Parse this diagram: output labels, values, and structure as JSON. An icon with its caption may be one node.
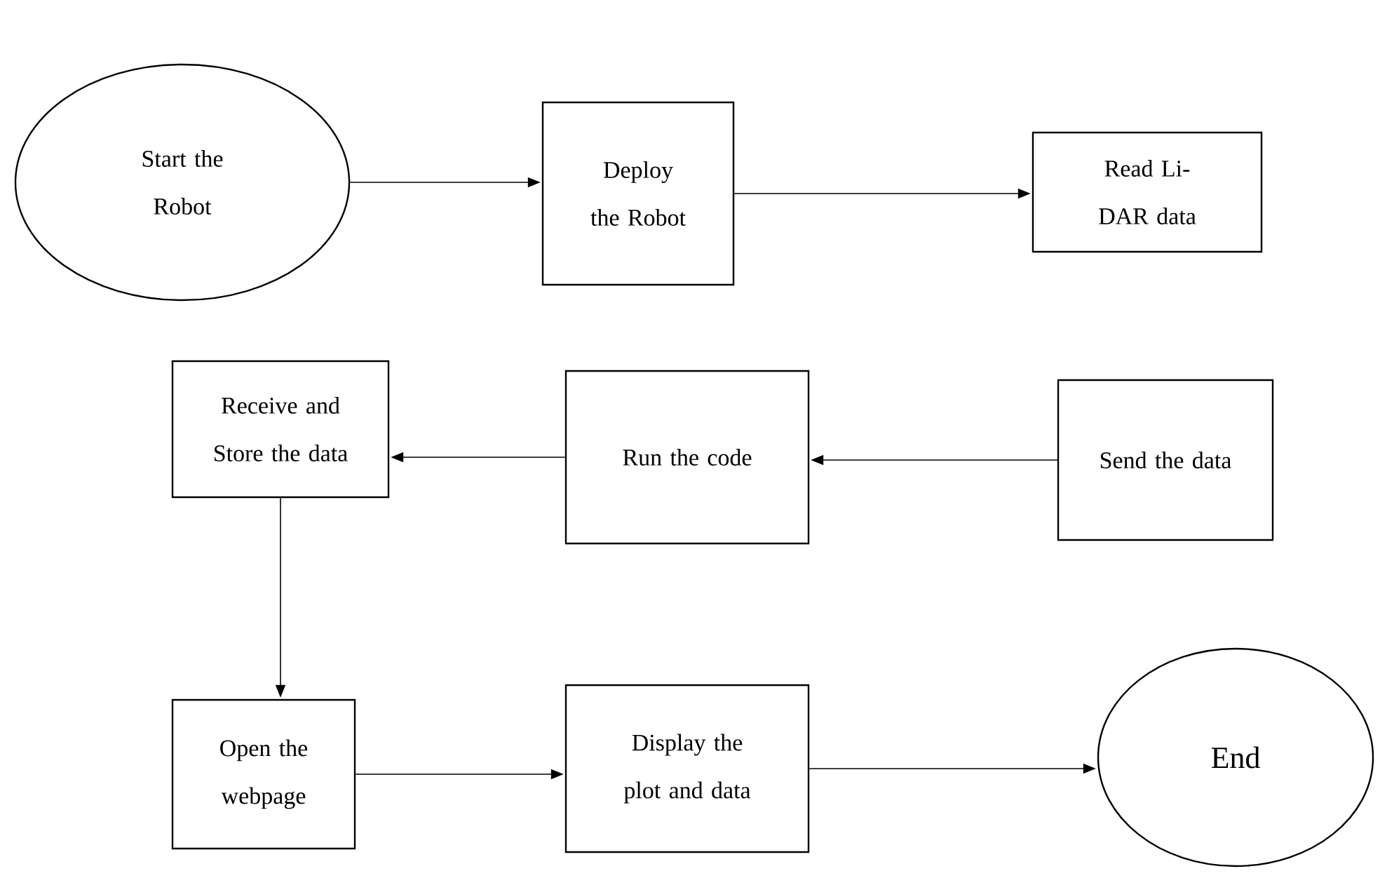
{
  "diagram": {
    "nodes": [
      {
        "text": [
          "Start the Robot"
        ]
      },
      {
        "text": [
          "Deploy the Robot"
        ]
      },
      {
        "text": [
          "Read Li-DAR data"
        ]
      },
      {
        "text": [
          "Receive and Store the data"
        ]
      },
      {
        "text": [
          "Run the code"
        ]
      },
      {
        "text": [
          "Send the data"
        ]
      },
      {
        "text": [
          "Open the webpage"
        ]
      },
      {
        "text": [
          "Display the plot and data"
        ]
      },
      {
        "text": [
          "End"
        ]
      }
    ],
    "edges": [
      {
        "from": 0,
        "to": 1,
        "arrow": "to"
      },
      {
        "from": 1,
        "to": 2,
        "arrow": "to"
      },
      {
        "from": 5,
        "to": 4,
        "arrow": "to"
      },
      {
        "from": 4,
        "to": 3,
        "arrow": "to"
      },
      {
        "from": 3,
        "to": 6,
        "arrow": "to"
      },
      {
        "from": 6,
        "to": 7,
        "arrow": "to"
      },
      {
        "from": 7,
        "to": 8,
        "arrow": "to"
      }
    ]
  }
}
